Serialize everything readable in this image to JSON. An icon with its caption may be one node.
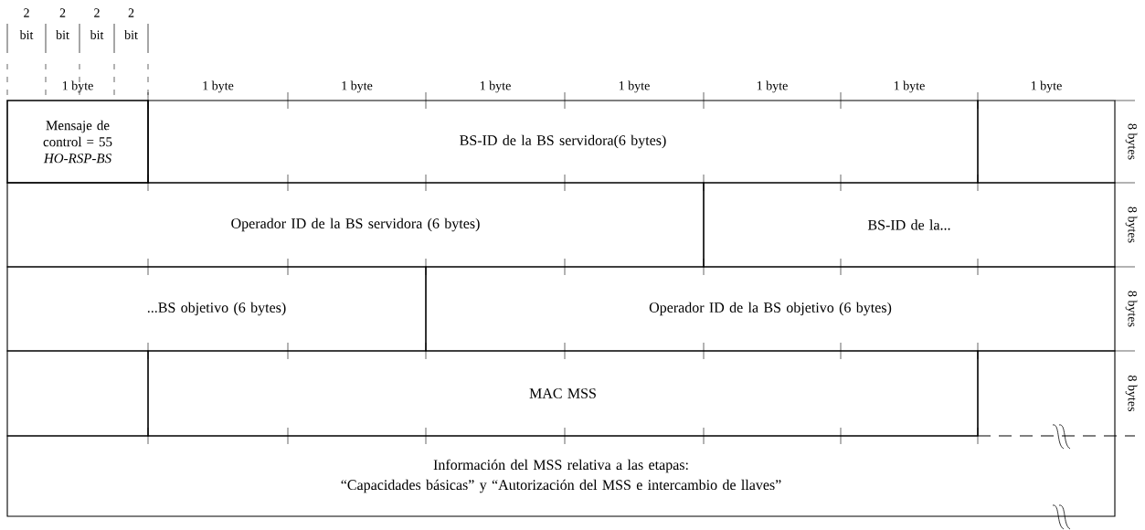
{
  "diagram": {
    "nodes": [
      {
        "text": [
          "Mensaje de control = 55",
          "HO-RSP-BS"
        ]
      },
      {
        "text": [
          "BS-ID de la BS servidora(6 bytes)"
        ]
      },
      {
        "text": [],
        "shape": "box"
      },
      {
        "text": [
          "Operador ID de la BS servidora (6 bytes)"
        ]
      },
      {
        "text": [
          "BS-ID de la..."
        ]
      },
      {
        "text": [
          "...BS objetivo (6 bytes)"
        ]
      },
      {
        "text": [
          "Operador ID de la BS objetivo (6 bytes)"
        ]
      },
      {
        "text": [],
        "shape": "box"
      },
      {
        "text": [
          "MAC MSS"
        ]
      },
      {
        "text": [],
        "shape": "box"
      },
      {
        "text": [
          "Información del MSS relativa a las etapas:",
          "“Capacidades básicas” y “Autorización del MSS e intercambio de llaves”"
        ]
      }
    ],
    "labels": [
      "2",
      "2",
      "2",
      "2",
      "bit",
      "bit",
      "bit",
      "bit",
      "1 byte",
      "1 byte",
      "1 byte",
      "1 byte",
      "1 byte",
      "1 byte",
      "1 byte",
      "1 byte",
      "8 bytes",
      "8 bytes",
      "8 bytes",
      "8 bytes"
    ]
  }
}
